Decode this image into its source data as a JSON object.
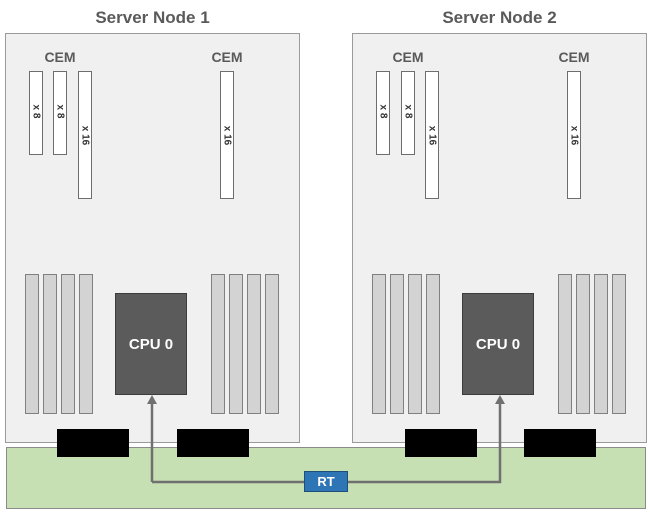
{
  "nodes": [
    {
      "title": "Server Node 1",
      "cem_left_label": "CEM",
      "cem_right_label": "CEM",
      "slots": [
        "x 8",
        "x 8",
        "x 16",
        "x 16"
      ],
      "cpu": "CPU 0"
    },
    {
      "title": "Server Node 2",
      "cem_left_label": "CEM",
      "cem_right_label": "CEM",
      "slots": [
        "x 8",
        "x 8",
        "x 16",
        "x 16"
      ],
      "cpu": "CPU 0"
    }
  ],
  "rt_label": "RT",
  "colors": {
    "node_fill": "#f0f0f0",
    "cpu_fill": "#5b5b5b",
    "dimm_fill": "#d3d3d3",
    "baseboard_fill": "#c6e0b4",
    "rt_fill": "#2e75b6",
    "connector_fill": "#000000",
    "link_stroke": "#707070"
  }
}
